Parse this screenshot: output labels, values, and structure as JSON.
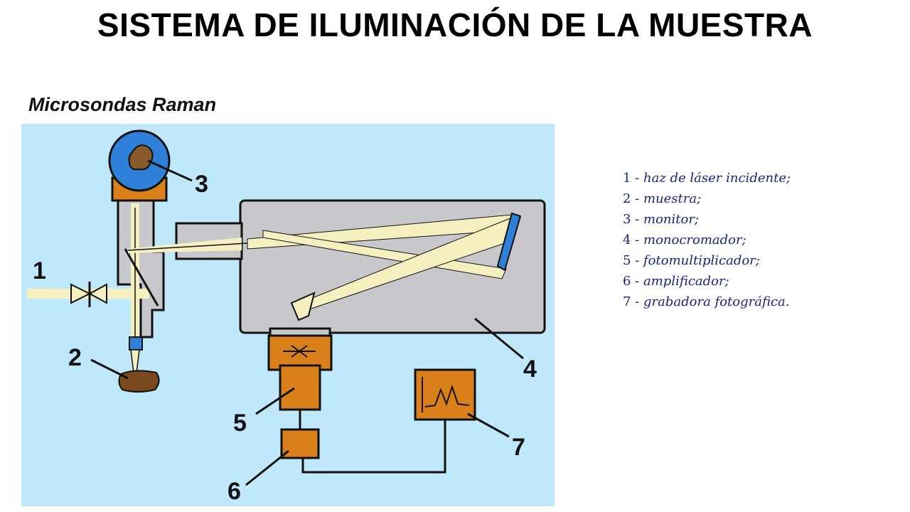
{
  "title": "SISTEMA DE ILUMINACIÓN DE LA MUESTRA",
  "subtitle": "Microsondas Raman",
  "colors": {
    "background_panel": "#bfe8fb",
    "housing": "#c8c8cc",
    "orange_unit": "#d9801a",
    "beam": "#f6f0c0",
    "monitor_blue": "#2f80d8",
    "legend_text": "#1a237e"
  },
  "diagram": {
    "callouts": [
      "1",
      "2",
      "3",
      "4",
      "5",
      "6",
      "7"
    ]
  },
  "legend": [
    {
      "num": "1 -",
      "text": "haz de láser incidente;"
    },
    {
      "num": "2 -",
      "text": "muestra;"
    },
    {
      "num": "3 -",
      "text": "monitor;"
    },
    {
      "num": "4 -",
      "text": "monocromador;"
    },
    {
      "num": "5 -",
      "text": "fotomultiplicador;"
    },
    {
      "num": "6 -",
      "text": "amplificador;"
    },
    {
      "num": "7 -",
      "text": "grabadora fotográfica."
    }
  ]
}
